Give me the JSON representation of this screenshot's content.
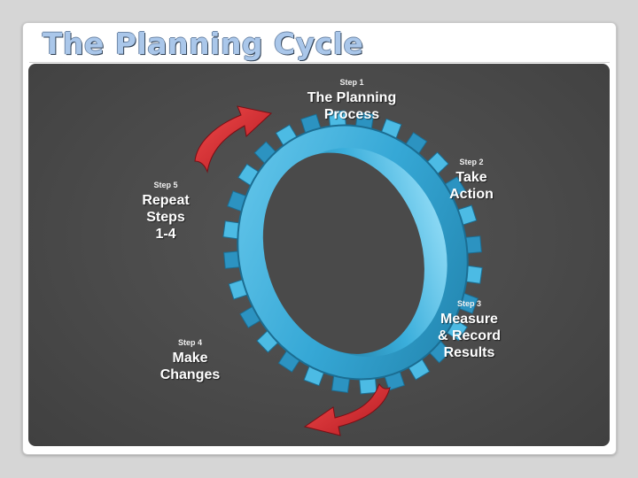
{
  "slide": {
    "title": "The Planning Cycle"
  },
  "steps": [
    {
      "id": "step1",
      "num": "Step 1",
      "text": "The Planning\nProcess"
    },
    {
      "id": "step2",
      "num": "Step 2",
      "text": "Take\nAction"
    },
    {
      "id": "step3",
      "num": "Step 3",
      "text": "Measure\n& Record\nResults"
    },
    {
      "id": "step4",
      "num": "Step 4",
      "text": "Make\nChanges"
    },
    {
      "id": "step5",
      "num": "Step 5",
      "text": "Repeat\nSteps\n1-4"
    }
  ],
  "colors": {
    "gear_main": "#3fb0dc",
    "gear_dark": "#1f7fa8",
    "gear_light": "#7fd4f2",
    "arrow": "#d7262e",
    "panel": "#4a4a4a",
    "title": "#aac7ea"
  },
  "icons": {
    "gear": "gear-ring-icon",
    "arrows": "curved-arrow-icon"
  }
}
